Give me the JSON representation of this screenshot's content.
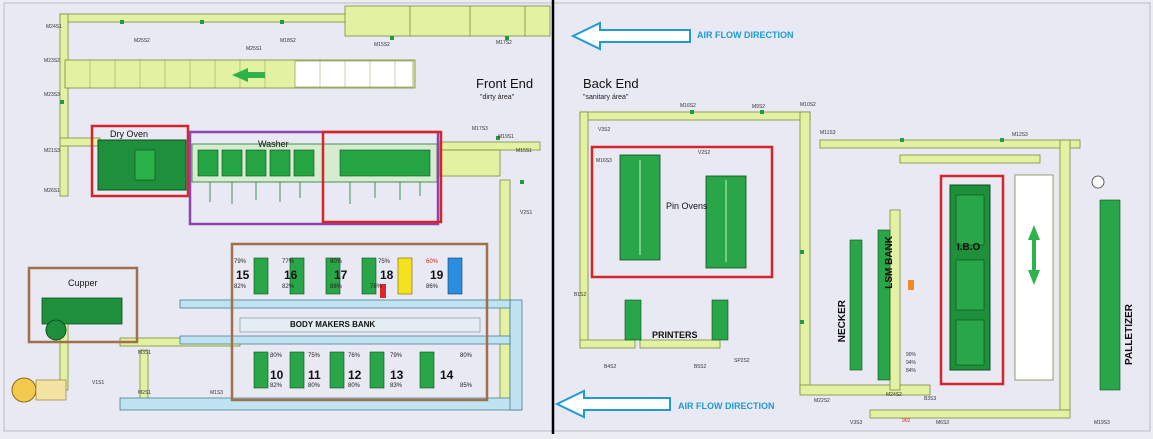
{
  "zones": {
    "front_end": "Front End",
    "front_end_sub": "\"dirty área\"",
    "back_end": "Back End",
    "back_end_sub": "\"sanitary área\""
  },
  "airflow": {
    "top_label": "AIR FLOW DIRECTION",
    "bottom_label": "AIR FLOW DIRECTION"
  },
  "machines": {
    "dry_oven": "Dry Oven",
    "washer": "Washer",
    "cupper": "Cupper",
    "body_makers_bank": "BODY MAKERS BANK",
    "pin_ovens": "Pin Ovens",
    "printers": "PRINTERS",
    "necker": "NECKER",
    "lsm_bank": "LSM BANK",
    "ibo": "I.B.O",
    "palletizer": "PALLETIZER"
  },
  "body_makers": {
    "top": [
      {
        "num": "15",
        "pct_a": "79%",
        "pct_b": "82%"
      },
      {
        "num": "16",
        "pct_a": "77%",
        "pct_b": "82%"
      },
      {
        "num": "17",
        "pct_a": "80%",
        "pct_b": "88%"
      },
      {
        "num": "18",
        "pct_a": "75%",
        "pct_b": "78%"
      },
      {
        "num": "19",
        "pct_a": "60%",
        "pct_b": "86%"
      }
    ],
    "bottom": [
      {
        "num": "10",
        "pct_a": "80%",
        "pct_b": "82%"
      },
      {
        "num": "11",
        "pct_a": "75%",
        "pct_b": "80%"
      },
      {
        "num": "12",
        "pct_a": "76%",
        "pct_b": "80%"
      },
      {
        "num": "13",
        "pct_a": "79%",
        "pct_b": "83%"
      },
      {
        "num": "14",
        "pct_a": "80%",
        "pct_b": "85%"
      }
    ]
  },
  "tags": {
    "m24s1": "M24S1",
    "m23s2": "M23S2",
    "m23s3": "M23S3",
    "m21s3": "M21S3",
    "m26s1": "M26S1",
    "m25s2": "M25S2",
    "m25s1": "M25S1",
    "m18s2": "M18S2",
    "m15s2": "M15S2",
    "m17s2": "M17S2",
    "m17s3": "M17S3",
    "m19s1": "M19S1",
    "m15s1": "M15S1",
    "v2s1": "V2S1",
    "v1s1": "V1S1",
    "m3s1": "M3S1",
    "m2s1": "M2S1",
    "m1s3": "M1S3",
    "v3s2": "V3S2",
    "m16s2": "M16S2",
    "m16s3": "M16S3",
    "v2s2": "V2S2",
    "b1s2": "B1S2",
    "b4s2": "B4S2",
    "b5s2": "B5S2",
    "sp2s2": "SP2S2",
    "m12s3": "M12S3",
    "m11s3": "M11S3",
    "m10s2": "M10S2",
    "m9s2": "M9S2",
    "v3s3": "V3S3",
    "m24s2": "M24S2",
    "m22s2": "M22S2",
    "m6s3": "M6S3",
    "b3s3": "B3S3",
    "m19s3": "M19S3",
    "necker_pct": "90%",
    "lsm_pct": "94%",
    "ibo_pct": "84%",
    "val_902": "902"
  }
}
